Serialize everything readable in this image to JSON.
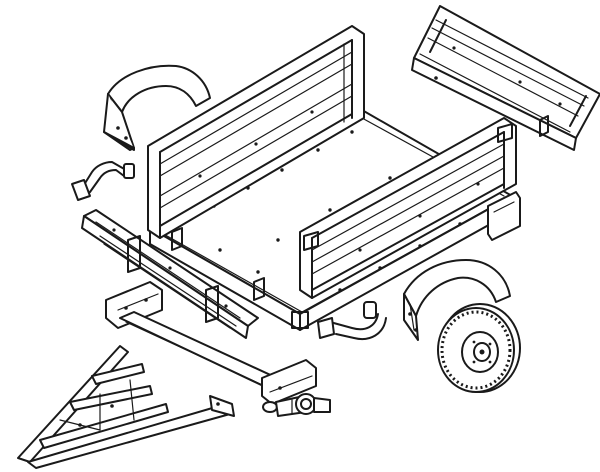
{
  "figure": {
    "kind": "exploded-view line drawing",
    "stroke_color": "#1a1a1a",
    "background_color": "#ffffff",
    "parts": [
      "bed-floor",
      "front-side-panel",
      "right-side-panel",
      "rear-gate-panel",
      "left-side-panel",
      "left-fender",
      "right-fender",
      "wheel-tire",
      "axle-frame",
      "a-frame-tongue",
      "coupler-jack",
      "left-handle",
      "right-handle"
    ]
  }
}
